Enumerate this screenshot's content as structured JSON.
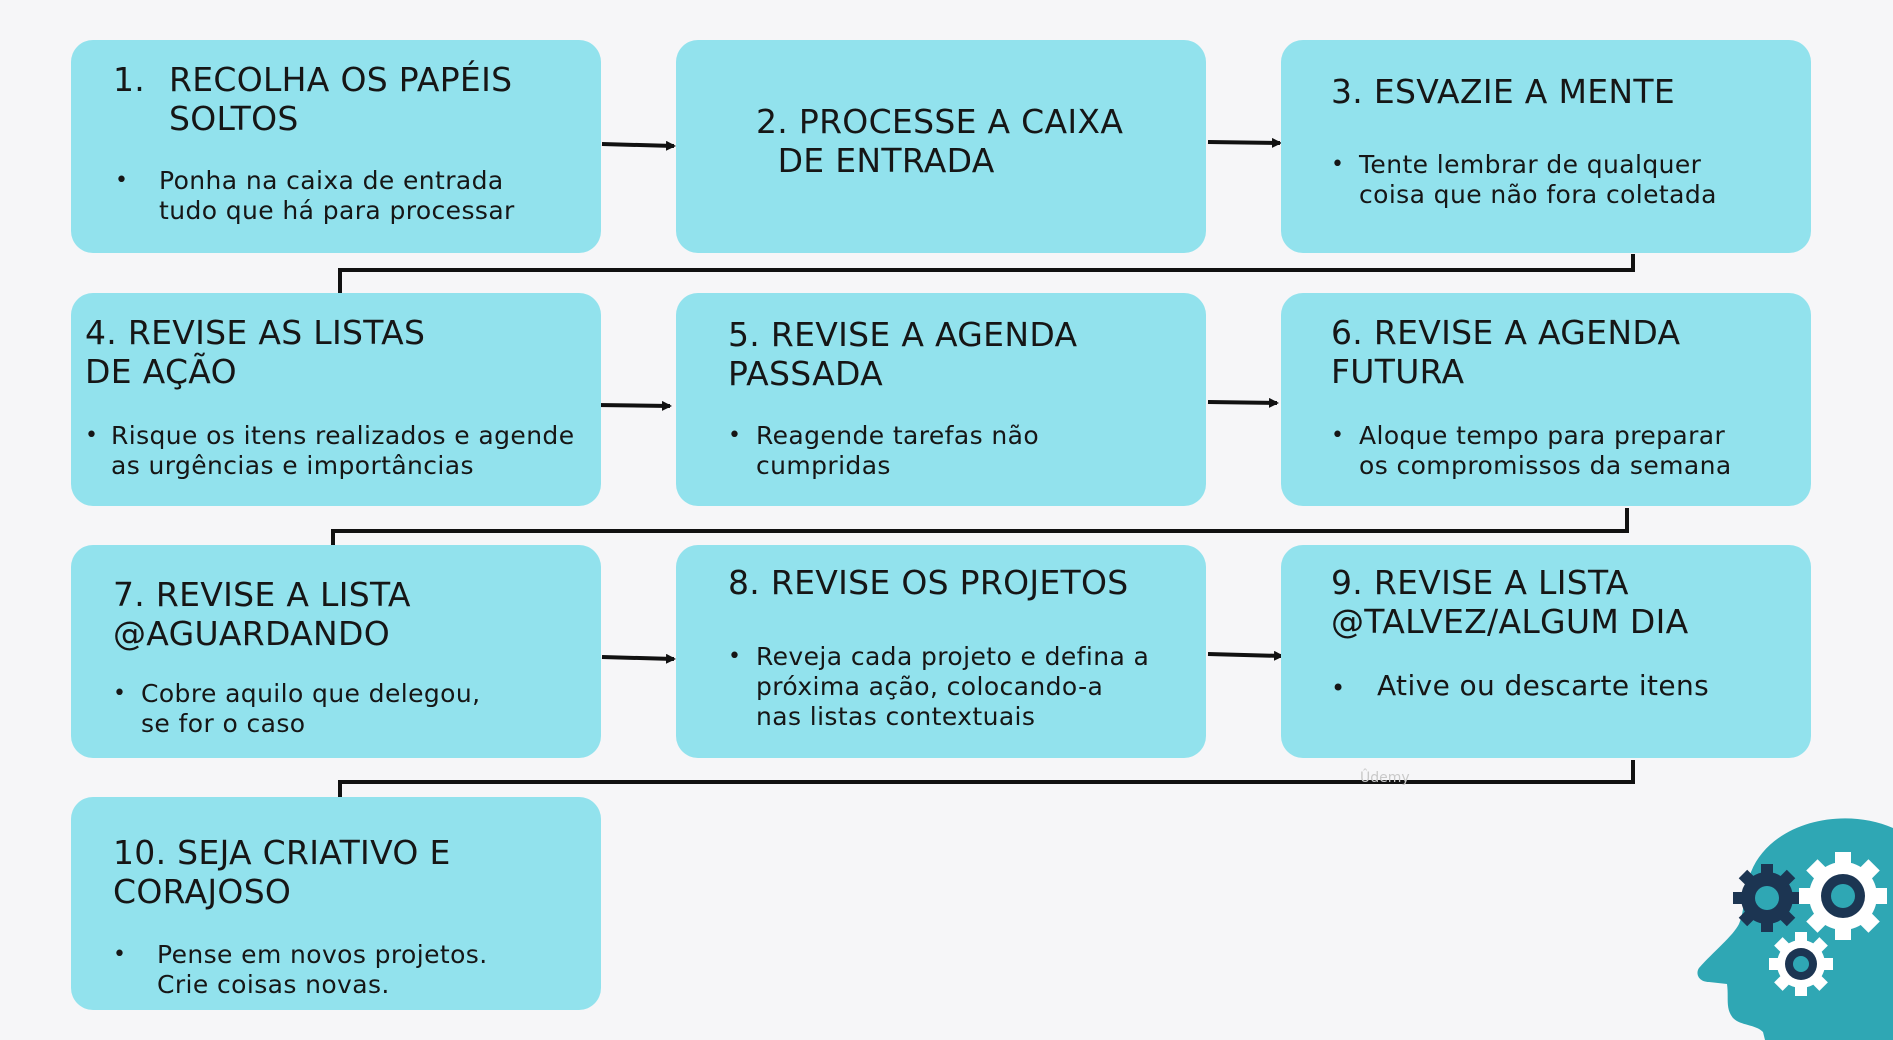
{
  "steps": [
    {
      "number_title": "1.",
      "title": "RECOLHA OS PAPÉIS\nSOLTOS",
      "bullet": "Ponha na caixa de entrada\ntudo que há para processar"
    },
    {
      "title": "2. PROCESSE A CAIXA\n  DE ENTRADA"
    },
    {
      "title": "3. ESVAZIE A MENTE",
      "bullet": "Tente lembrar de qualquer\ncoisa que não fora coletada"
    },
    {
      "title": "4. REVISE AS LISTAS\nDE AÇÃO",
      "bullet": "Risque os itens realizados e agende\nas urgências e importâncias"
    },
    {
      "title": "5. REVISE A AGENDA\nPASSADA",
      "bullet": "Reagende tarefas não\ncumpridas"
    },
    {
      "title": "6. REVISE A AGENDA\nFUTURA",
      "bullet": "Aloque tempo para preparar\nos compromissos da semana"
    },
    {
      "title": "7. REVISE A LISTA\n@AGUARDANDO",
      "bullet": "Cobre aquilo que delegou,\nse for o caso"
    },
    {
      "title": "8. REVISE OS PROJETOS",
      "bullet": "Reveja cada projeto e defina a\npróxima ação, colocando-a\nnas listas contextuais"
    },
    {
      "title": "9. REVISE A LISTA\n@TALVEZ/ALGUM DIA",
      "bullet": "Ative ou descarte itens"
    },
    {
      "title": "10. SEJA CRIATIVO E\nCORAJOSO",
      "bullet": "Pense em novos projetos.\nCrie coisas novas."
    }
  ],
  "bullet_symbol": "•",
  "watermark": "Ûdemy",
  "colors": {
    "card": "#92e2ed",
    "head": "#2fa7b4",
    "gear_dark": "#1c3552",
    "gear_light": "#ffffff"
  },
  "icons": [
    "head-gears-icon"
  ]
}
